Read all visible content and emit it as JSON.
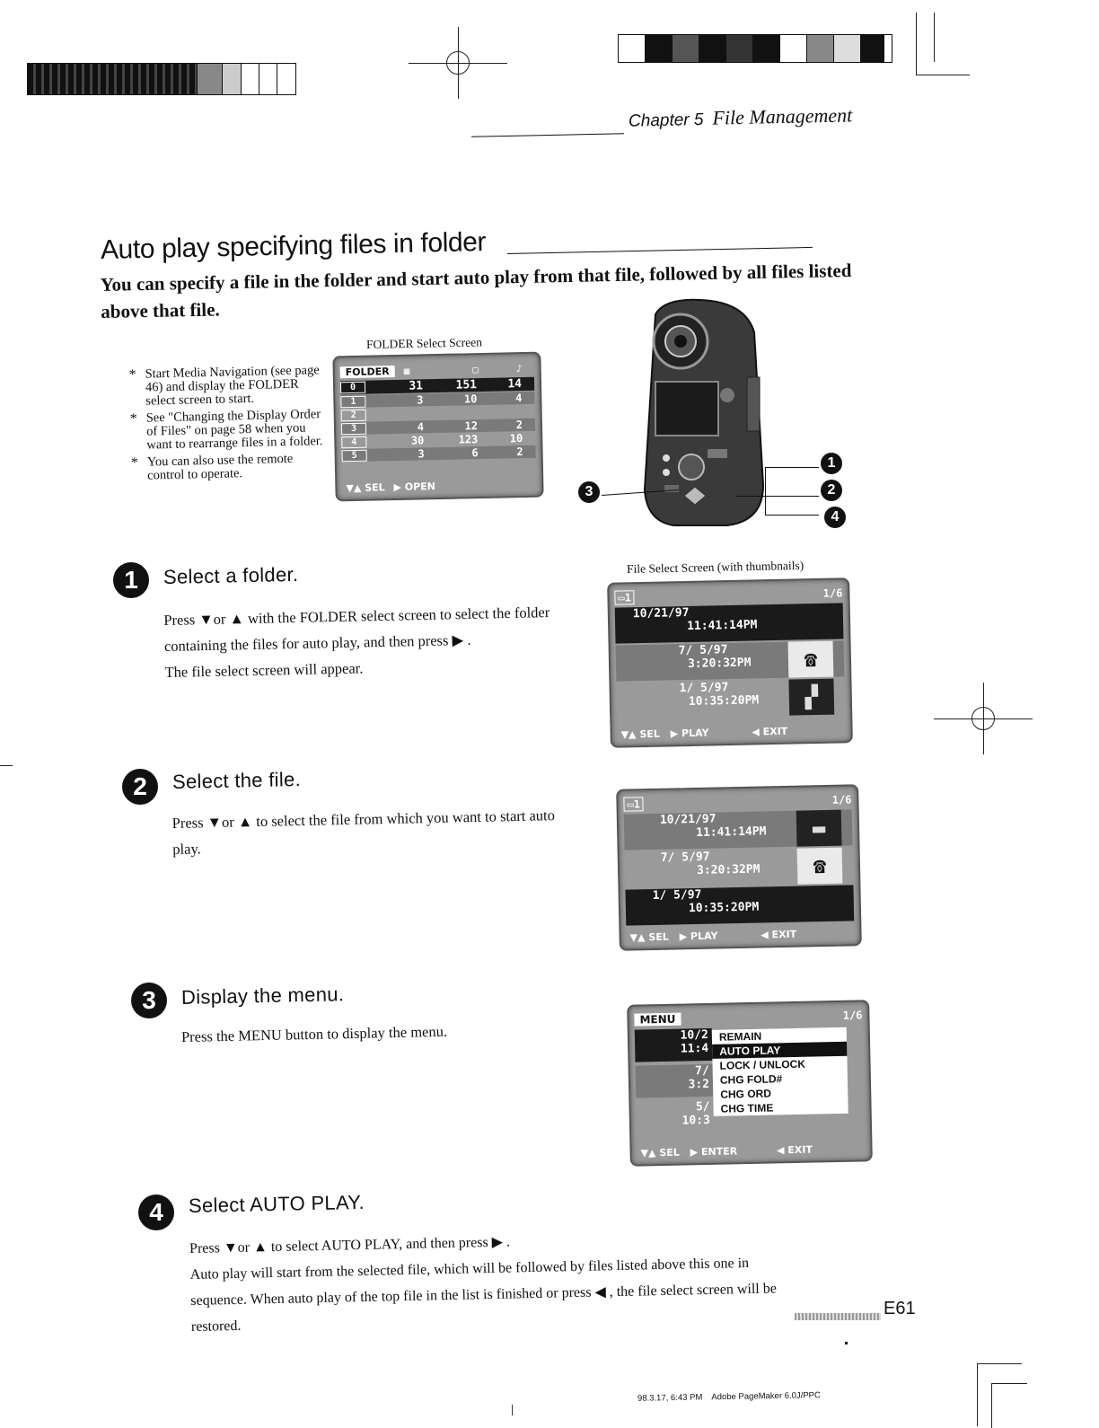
{
  "header": {
    "chapter": "Chapter 5",
    "chapter_title": "File Management"
  },
  "section": {
    "title": "Auto play specifying files in folder",
    "intro": "You can specify a file in the folder and start auto play from that file, followed by all files listed above that file."
  },
  "notes": [
    "Start Media Navigation (see page 46) and display the FOLDER select screen to start.",
    "See \"Changing the Display Order of Files\" on page 58 when you want to rearrange files in a folder.",
    "You can also use the remote control to operate."
  ],
  "folder_screen": {
    "caption": "FOLDER Select Screen",
    "header_label": "FOLDER",
    "rows": [
      {
        "folder": "0",
        "a": "31",
        "b": "151",
        "c": "14"
      },
      {
        "folder": "1",
        "a": "3",
        "b": "10",
        "c": "4"
      },
      {
        "folder": "2",
        "a": "",
        "b": "",
        "c": ""
      },
      {
        "folder": "3",
        "a": "4",
        "b": "12",
        "c": "2"
      },
      {
        "folder": "4",
        "a": "30",
        "b": "123",
        "c": "10"
      },
      {
        "folder": "5",
        "a": "3",
        "b": "6",
        "c": "2"
      }
    ],
    "footer_sel": "SEL",
    "footer_open": "OPEN"
  },
  "camera_callouts": [
    "1",
    "2",
    "3",
    "4"
  ],
  "file_screen": {
    "caption": "File Select Screen (with thumbnails)",
    "counter": "1/6",
    "entries": [
      {
        "date": "10/21/97",
        "time": "11:41:14PM"
      },
      {
        "date": "7/ 5/97",
        "time": "3:20:32PM"
      },
      {
        "date": "1/ 5/97",
        "time": "10:35:20PM"
      }
    ],
    "footer_sel": "SEL",
    "footer_play": "PLAY",
    "footer_exit": "EXIT"
  },
  "menu_screen": {
    "header_label": "MENU",
    "counter": "1/6",
    "left_rows": [
      "10/2",
      "11:4",
      "7/",
      "3:2",
      "5/",
      "10:3"
    ],
    "items": [
      "REMAIN",
      "AUTO PLAY",
      "LOCK / UNLOCK",
      "CHG FOLD#",
      "CHG ORD",
      "CHG TIME"
    ],
    "footer_sel": "SEL",
    "footer_enter": "ENTER",
    "footer_exit": "EXIT"
  },
  "steps": [
    {
      "number": "1",
      "heading": "Select a folder.",
      "lines": [
        "Press ▼or ▲ with the FOLDER select screen to select the folder",
        "containing the files for auto play, and then press ▶ .",
        "The file select screen will appear."
      ]
    },
    {
      "number": "2",
      "heading": "Select the file.",
      "lines": [
        "Press ▼or ▲ to select the file from which you want to start auto",
        "play."
      ]
    },
    {
      "number": "3",
      "heading": "Display the menu.",
      "lines": [
        "Press the MENU button to display the menu."
      ]
    },
    {
      "number": "4",
      "heading": "Select AUTO PLAY.",
      "lines": [
        "Press ▼or ▲ to select AUTO PLAY, and then press ▶ .",
        "Auto play will start from the selected file, which will be followed by files listed above this one in",
        "sequence. When auto play of the top file in the list is finished or press ◀ , the file select screen will be",
        "restored."
      ]
    }
  ],
  "page_number": "E61",
  "print_footer": "98.3.17, 6:43 PM    Adobe PageMaker 6.0J/PPC"
}
